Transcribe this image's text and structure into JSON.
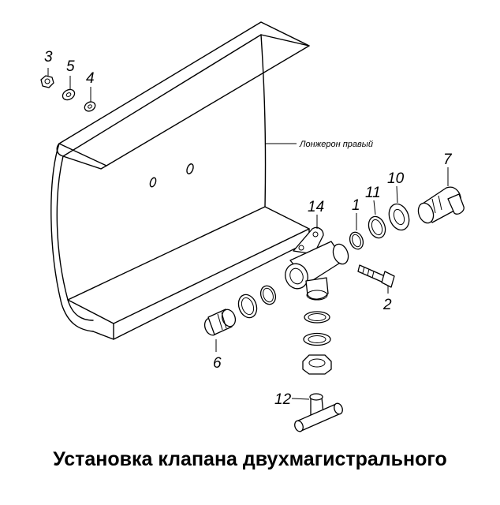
{
  "caption": "Установка клапана двухмагистрального",
  "leader_label": "Лонжерон правый",
  "part_labels": {
    "p1": "1",
    "p2": "2",
    "p3": "3",
    "p4": "4",
    "p5": "5",
    "p6": "6",
    "p7": "7",
    "p10": "10",
    "p11": "11",
    "p12": "12",
    "p14": "14"
  }
}
